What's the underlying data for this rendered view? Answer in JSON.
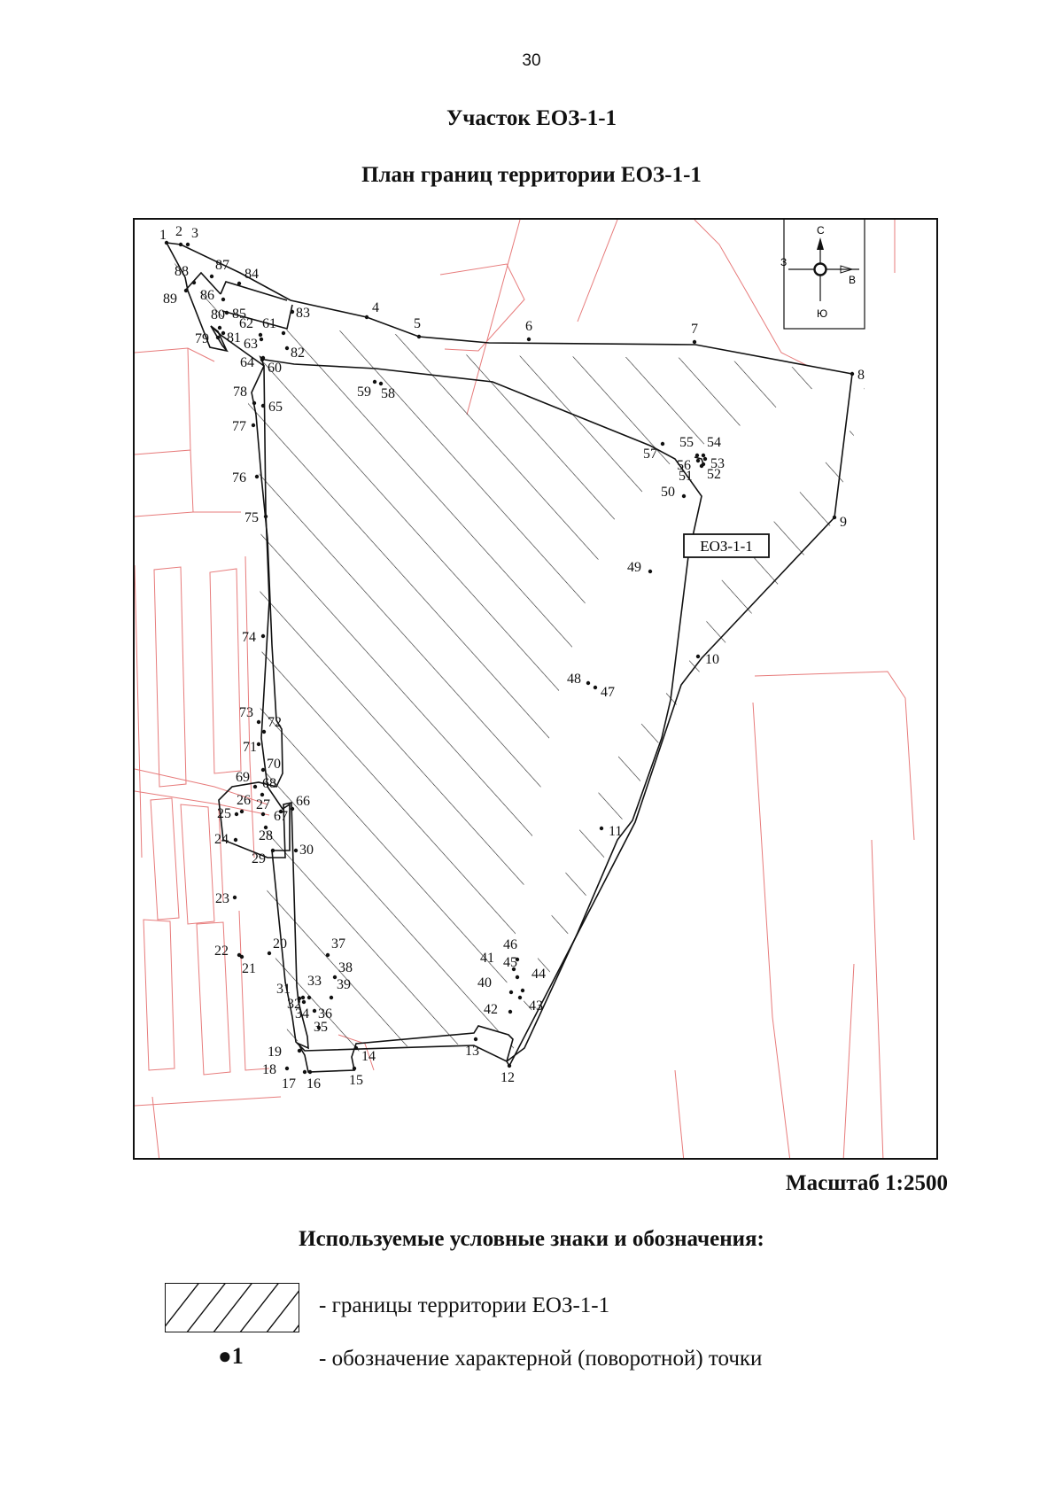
{
  "page_number": "30",
  "title": "Участок ЕОЗ-1-1",
  "subtitle": "План границ территории ЕОЗ-1-1",
  "zone_label": "ЕОЗ-1-1",
  "compass": {
    "north": "С",
    "south": "Ю",
    "west": "З",
    "east": "В"
  },
  "scale": "Масштаб 1:2500",
  "legend": {
    "title": "Используемые условные знаки и обозначения:",
    "items": [
      {
        "symbol": "hatched-rectangle",
        "text": "- границы территории ЕОЗ-1-1"
      },
      {
        "symbol": "●1",
        "text": "- обозначение характерной (поворотной) точки"
      }
    ]
  },
  "colors": {
    "boundary": "#111111",
    "cadastral": "#e77b7b",
    "background": "#ffffff"
  },
  "points": [
    "1",
    "2",
    "3",
    "4",
    "5",
    "6",
    "7",
    "8",
    "9",
    "10",
    "11",
    "12",
    "13",
    "14",
    "15",
    "16",
    "17",
    "18",
    "19",
    "20",
    "21",
    "22",
    "23",
    "24",
    "25",
    "26",
    "27",
    "28",
    "29",
    "30",
    "31",
    "32",
    "33",
    "34",
    "35",
    "36",
    "37",
    "38",
    "39",
    "40",
    "41",
    "42",
    "43",
    "44",
    "45",
    "46",
    "47",
    "48",
    "49",
    "50",
    "51",
    "52",
    "53",
    "54",
    "55",
    "56",
    "57",
    "58",
    "59",
    "60",
    "61",
    "62",
    "63",
    "64",
    "65",
    "66",
    "67",
    "68",
    "69",
    "70",
    "71",
    "72",
    "73",
    "74",
    "75",
    "76",
    "77",
    "78",
    "79",
    "80",
    "81",
    "82",
    "83",
    "84",
    "85",
    "86",
    "87",
    "88",
    "89"
  ]
}
